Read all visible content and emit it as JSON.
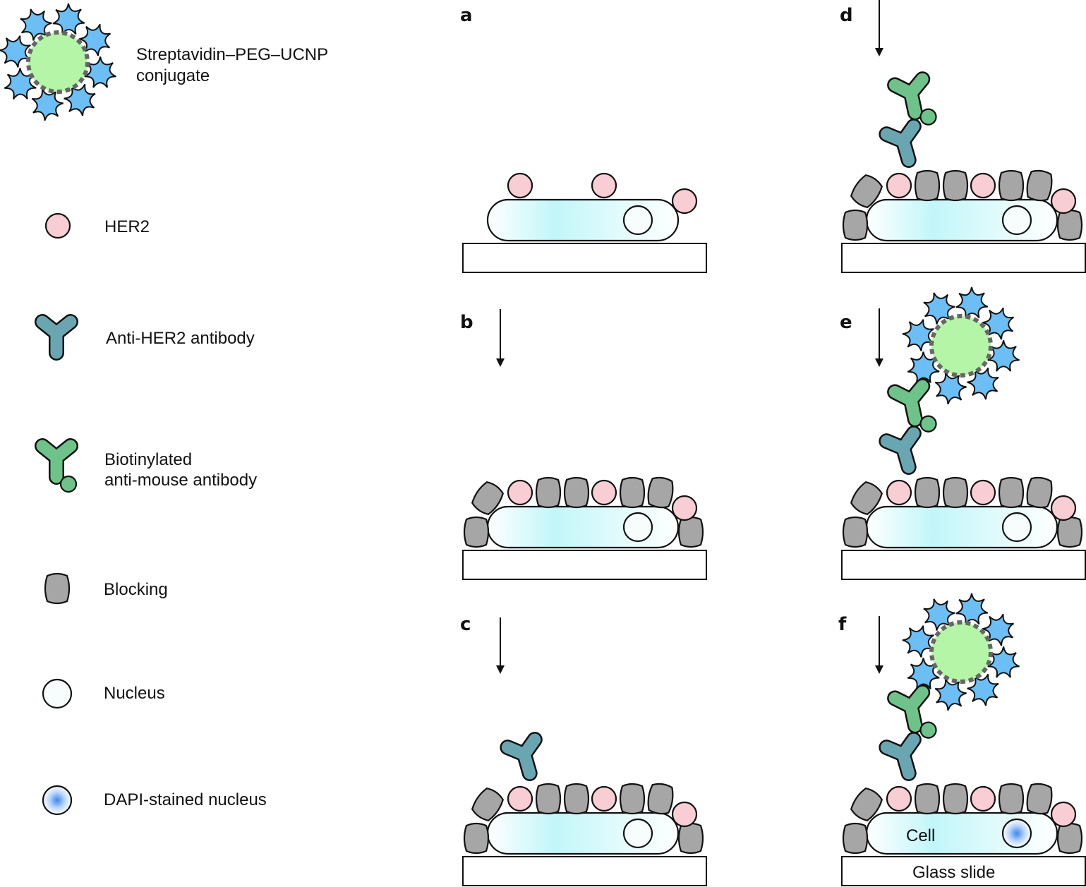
{
  "legend": {
    "conjugate_label": [
      "Streptavidin–PEG–UCNP",
      "conjugate"
    ],
    "her2_label": "HER2",
    "anti_her2_label": "Anti-HER2 antibody",
    "biotinylated_label": [
      "Biotinylated",
      "anti-mouse antibody"
    ],
    "blocking_label": "Blocking",
    "nucleus_label": "Nucleus",
    "dapi_label": "DAPI-stained nucleus"
  },
  "panels": [
    {
      "letter": "a"
    },
    {
      "letter": "b"
    },
    {
      "letter": "c"
    },
    {
      "letter": "d"
    },
    {
      "letter": "e"
    },
    {
      "letter": "f",
      "cell_label": "Cell",
      "slide_label": "Glass slide"
    }
  ],
  "colors": {
    "her2": "#f8cdd3",
    "anti_her2": "#6aa6b2",
    "biotinylated": "#6fc28a",
    "blocking": "#a6a6a6",
    "ucnp_core": "#b5f5a8",
    "streptavidin": "#6cbef5",
    "cell_gradient_start": "#bff5f8",
    "dapi": "#4a8fe6"
  }
}
